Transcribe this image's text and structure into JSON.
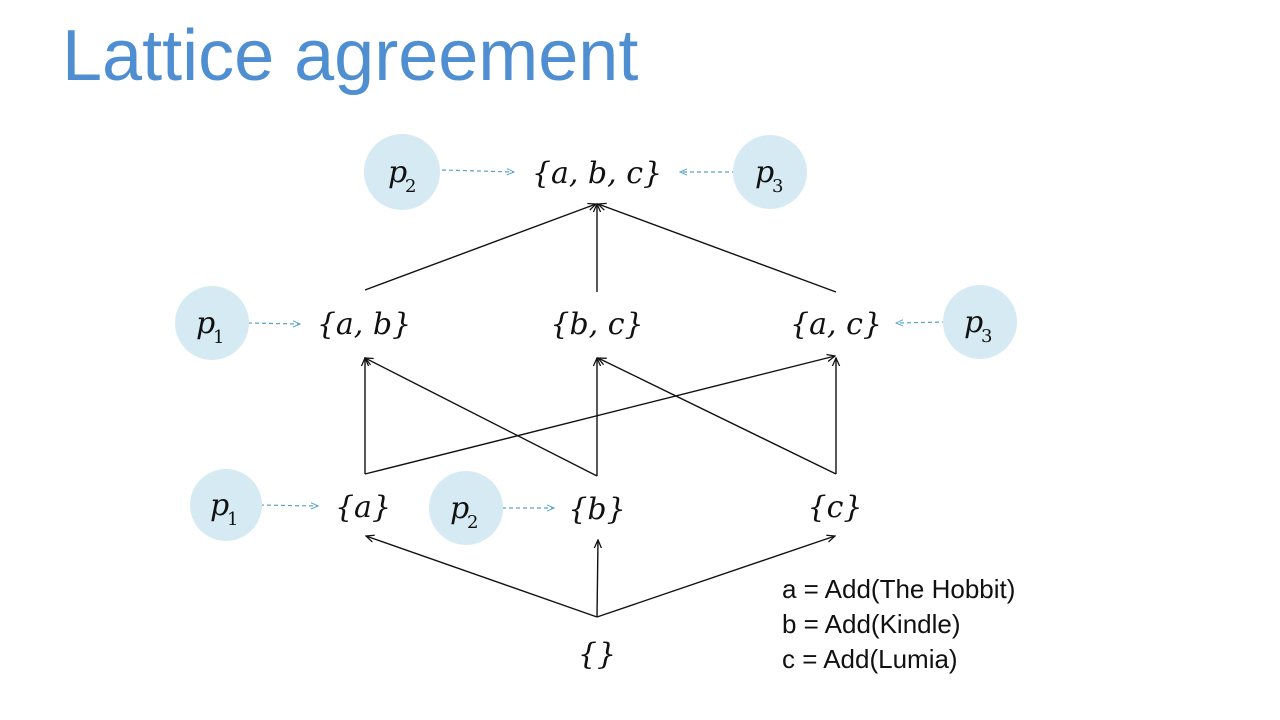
{
  "title": "Lattice agreement",
  "nodes": {
    "abc": "{a, b, c}",
    "ab": "{a, b}",
    "bc": "{b, c}",
    "ac": "{a, c}",
    "a": "{a}",
    "b": "{b}",
    "c": "{c}",
    "empty": "{}"
  },
  "processes": {
    "top_left": {
      "letter": "p",
      "sub": "2"
    },
    "top_right": {
      "letter": "p",
      "sub": "3"
    },
    "mid_left": {
      "letter": "p",
      "sub": "1"
    },
    "mid_right": {
      "letter": "p",
      "sub": "3"
    },
    "bottom_left": {
      "letter": "p",
      "sub": "1"
    },
    "bottom_mid": {
      "letter": "p",
      "sub": "2"
    }
  },
  "legend": [
    "a = Add(The Hobbit)",
    "b = Add(Kindle)",
    "c = Add(Lumia)"
  ],
  "colors": {
    "title": "#4f8fd1",
    "process_fill": "#d6eaf3",
    "pointer": "#56a3c9",
    "edge": "#111111"
  }
}
